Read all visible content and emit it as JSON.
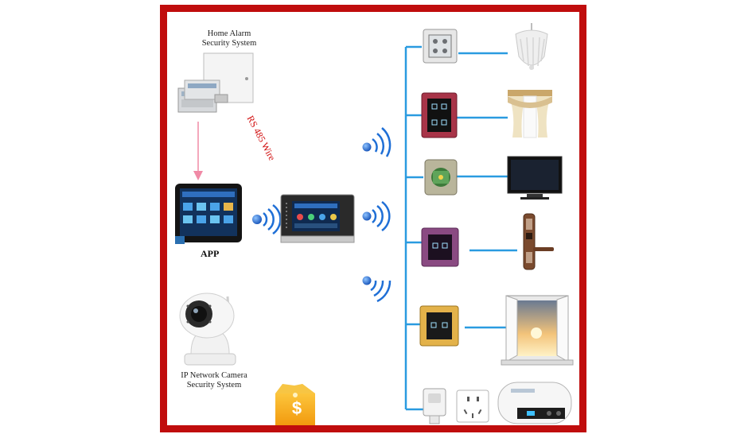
{
  "labels": {
    "alarm_line1": "Home Alarm",
    "alarm_line2": "Security System",
    "rs485": "RS 485 Wire",
    "app": "APP",
    "camera_line1": "IP Network Camera",
    "camera_line2": "Security System",
    "price_symbol": "$"
  },
  "colors": {
    "frame": "#c00d0d",
    "bus_line": "#2a9be0",
    "signal": "#1f6fd6",
    "alarm_arrow": "#f08aa6",
    "price_tag": "#f5b21a"
  },
  "icons": [
    "alarm-panel-icon",
    "tablet-app-icon",
    "indoor-monitor-icon",
    "camera-icon",
    "wifi-signal-icon",
    "touch-switch-icon",
    "chandelier-icon",
    "curtain-icon",
    "tv-icon",
    "door-lock-icon",
    "window-icon",
    "socket-icon",
    "water-heater-icon",
    "price-tag-icon"
  ]
}
